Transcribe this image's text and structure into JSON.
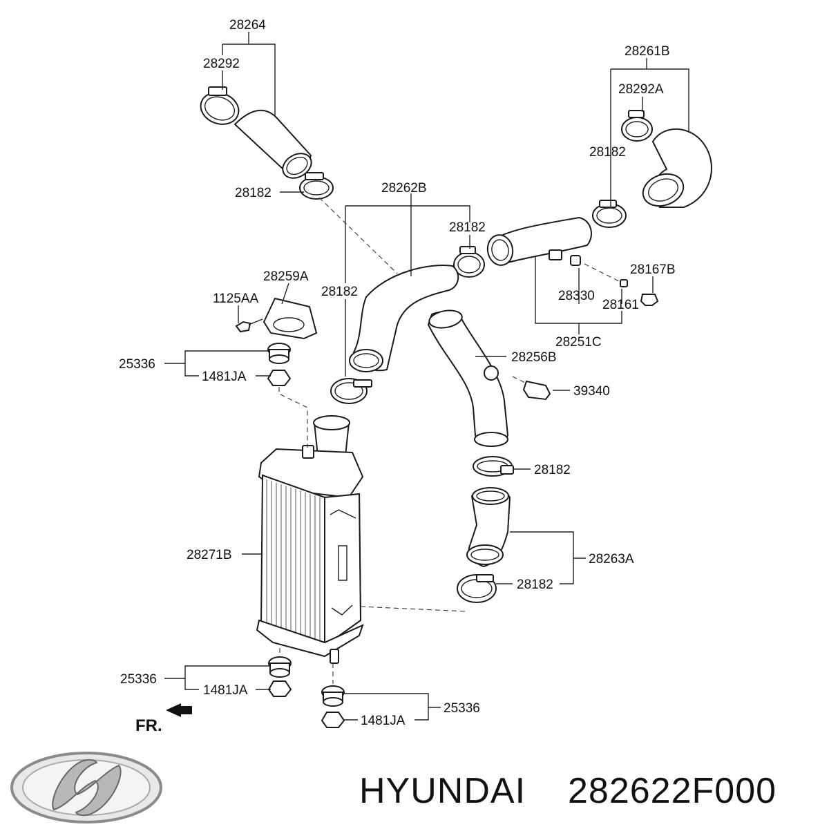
{
  "labels": {
    "hose_upper_left_assy": "28264",
    "clamp_upper_left_top": "28292",
    "clamp_upper_left_bottom": "28182",
    "hose_assy_upper_right": "28261B",
    "clamp_upper_right_top": "28292A",
    "clamp_upper_right_bottom": "28182",
    "hose_center_assy": "28262B",
    "clamp_center_right": "28182",
    "clamp_center_left": "28182",
    "bracket": "28259A",
    "bolt": "1125AA",
    "pipe_assy_right": "28251C",
    "sensor_boss": "28330",
    "bolt_sensor": "28167B",
    "sensor_nut": "28161",
    "pipe_center": "28256B",
    "sensor": "39340",
    "clamp_lower_pipe": "28182",
    "hose_lower_assy": "28263A",
    "clamp_lower_hose": "28182",
    "intercooler": "28271B",
    "insulator_top": "25336",
    "bushing_top": "1481JA",
    "insulator_bottom_left": "25336",
    "bushing_bottom_left": "1481JA",
    "insulator_bottom_right": "25336",
    "bushing_bottom_right": "1481JA"
  },
  "front_marker": "FR.",
  "brand": "HYUNDAI",
  "part_number": "282622F000",
  "logo_text": "H"
}
